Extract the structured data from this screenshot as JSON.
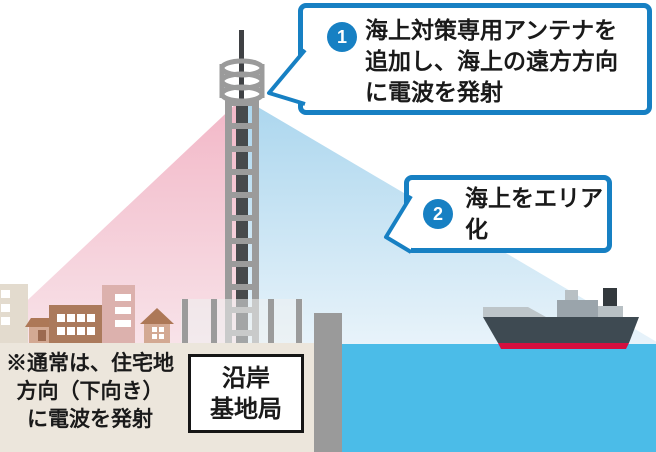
{
  "callouts": [
    {
      "number": "1",
      "text": "海上対策専用アンテナを\n追加し、海上の遠方方向\nに電波を発射"
    },
    {
      "number": "2",
      "text": "海上をエリア化"
    }
  ],
  "ground_note": "※通常は、住宅地\n方向（下向き）\nに電波を発射",
  "station_label": "沿岸\n基地局",
  "colors": {
    "accent_blue": "#1780c3",
    "badge_blue": "#1780c3",
    "beam_pink_start": "#f2b7c7",
    "beam_pink_end": "#f8e3e9",
    "beam_blue_start": "#abd6ee",
    "beam_blue_end": "#e8f3fa",
    "sea": "#4bbce8",
    "ground": "#ece6dc",
    "seawall_gray": "#9a9a9a",
    "tower_gray": "#9b9b9b",
    "tower_dark": "#474a4c",
    "ship_hull": "#3e4a52",
    "ship_waterline_red": "#d50f3e",
    "building_brown": "#ab7a5c",
    "building_pink": "#dcb1ad",
    "building_beige": "#e3dbce",
    "roof_brown": "#ad7857",
    "text": "#1a1a1a"
  }
}
